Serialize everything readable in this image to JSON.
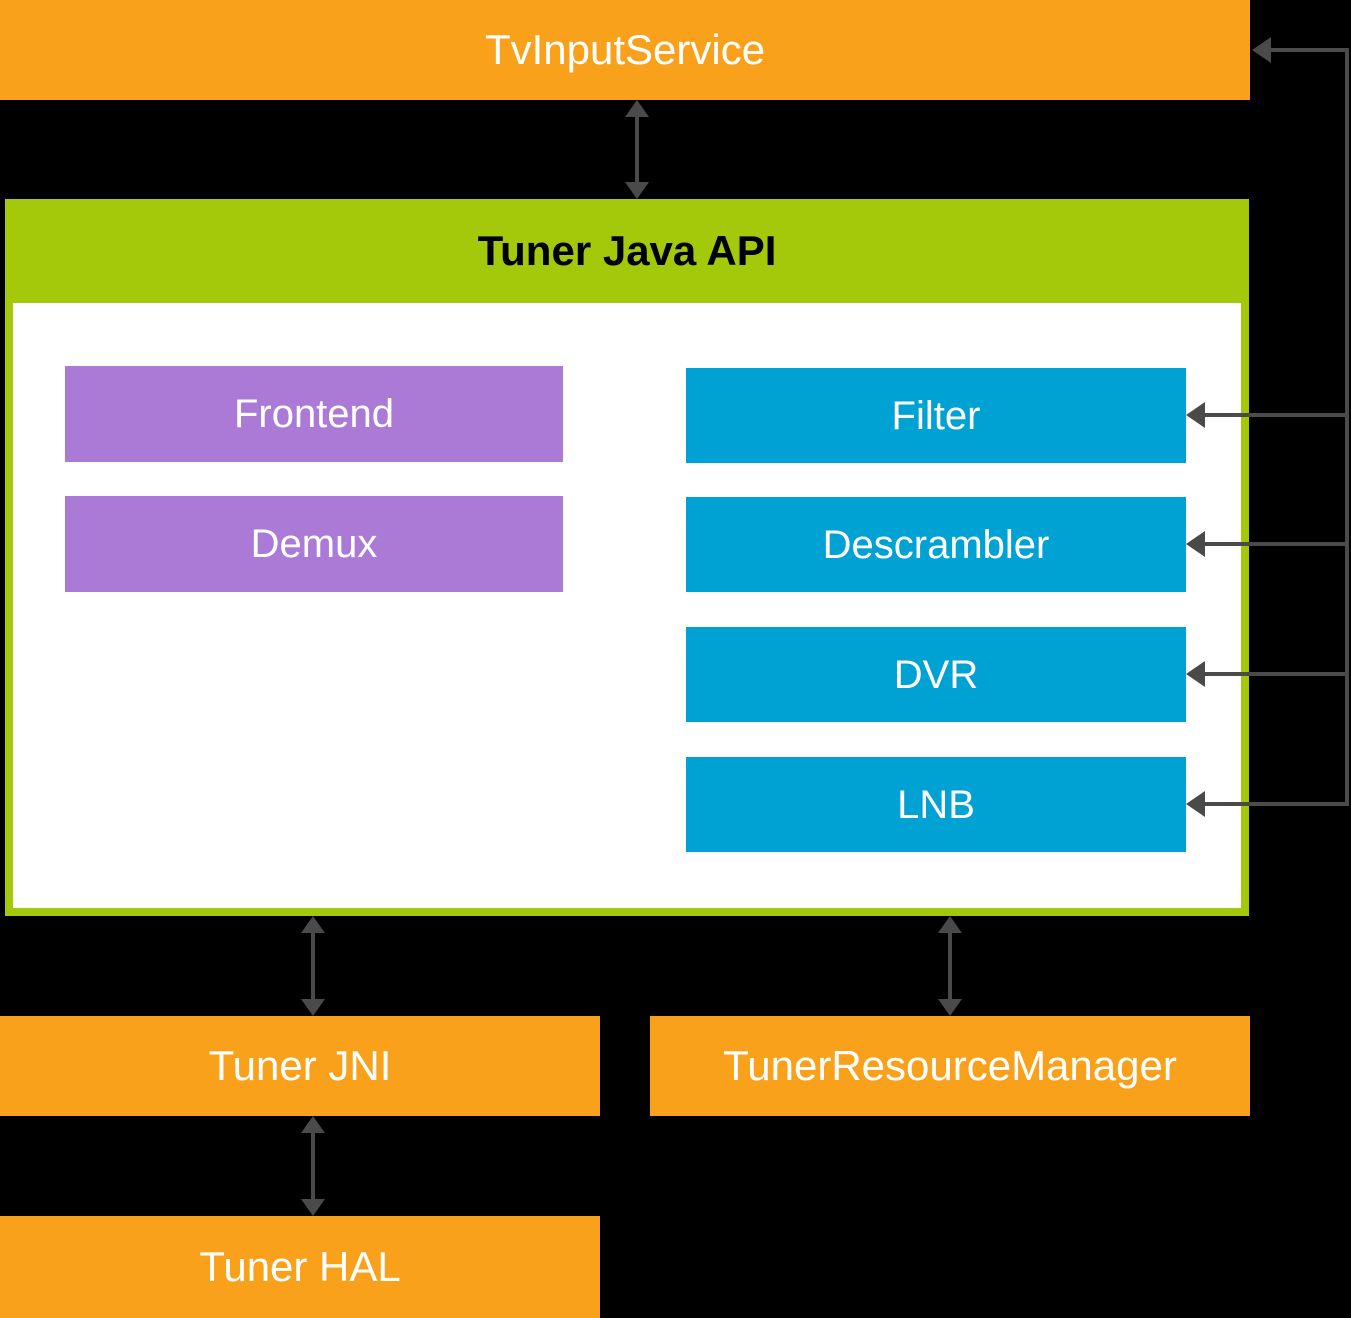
{
  "diagram": {
    "title": "Tuner Java API",
    "nodes": {
      "tv_input_service": "TvInputService",
      "frontend": "Frontend",
      "demux": "Demux",
      "filter": "Filter",
      "descrambler": "Descrambler",
      "dvr": "DVR",
      "lnb": "LNB",
      "tuner_jni": "Tuner JNI",
      "tuner_resource_manager": "TunerResourceManager",
      "tuner_hal": "Tuner HAL"
    },
    "colors": {
      "background": "#000000",
      "orange": "#F9A11B",
      "green": "#A4C80A",
      "purple": "#AB7AD6",
      "blue": "#00A2D4",
      "panel": "#FFFFFF",
      "arrow": "#4A4A4A",
      "node_text": "#FFFFFF",
      "title_text": "#000000"
    }
  }
}
